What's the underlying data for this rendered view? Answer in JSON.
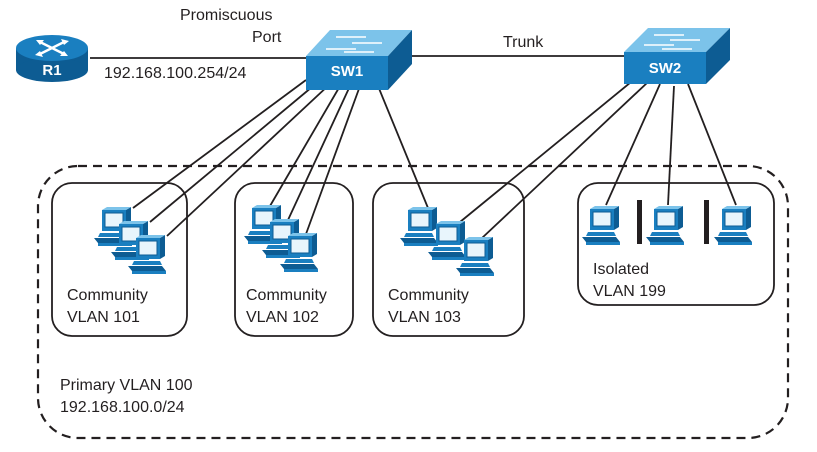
{
  "labels": {
    "promiscuous_line1": "Promiscuous",
    "promiscuous_line2": "Port",
    "r1_ip": "192.168.100.254/24",
    "trunk": "Trunk",
    "primary_line1": "Primary VLAN 100",
    "primary_line2": "192.168.100.0/24"
  },
  "devices": {
    "router": "R1",
    "switch1": "SW1",
    "switch2": "SW2"
  },
  "groups": [
    {
      "line1": "Community",
      "line2": "VLAN 101"
    },
    {
      "line1": "Community",
      "line2": "VLAN 102"
    },
    {
      "line1": "Community",
      "line2": "VLAN 103"
    },
    {
      "line1": "Isolated",
      "line2": "VLAN 199"
    }
  ],
  "colors": {
    "device_blue": "#1a7fc0",
    "device_dark": "#0d5c93",
    "device_light": "#7cc3ea",
    "line": "#231f20"
  }
}
